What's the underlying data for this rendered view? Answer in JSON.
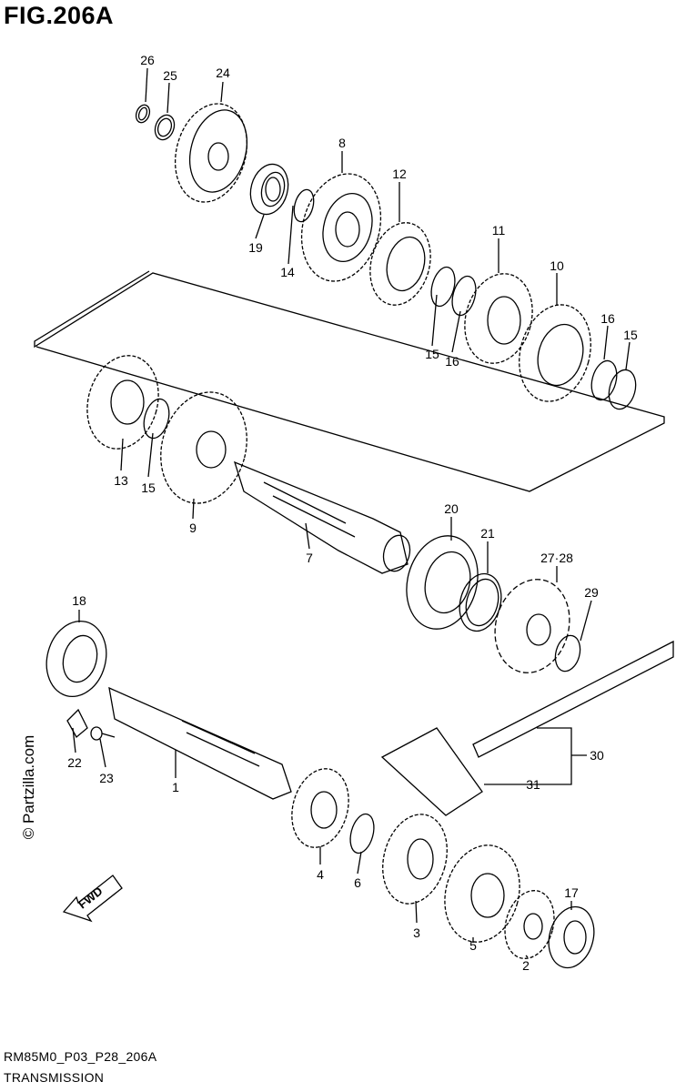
{
  "figure": {
    "title": "FIG.206A",
    "diagram_code": "RM85M0_P03_P28_206A",
    "diagram_name": "TRANSMISSION",
    "watermark": "© Partzilla.com",
    "direction_label": "FWD"
  },
  "callouts": [
    {
      "id": "26",
      "label": "26"
    },
    {
      "id": "25",
      "label": "25"
    },
    {
      "id": "24",
      "label": "24"
    },
    {
      "id": "8",
      "label": "8"
    },
    {
      "id": "12",
      "label": "12"
    },
    {
      "id": "19",
      "label": "19"
    },
    {
      "id": "14",
      "label": "14"
    },
    {
      "id": "11",
      "label": "11"
    },
    {
      "id": "10",
      "label": "10"
    },
    {
      "id": "16a",
      "label": "16"
    },
    {
      "id": "15a",
      "label": "15"
    },
    {
      "id": "15b",
      "label": "15"
    },
    {
      "id": "16b",
      "label": "16"
    },
    {
      "id": "13",
      "label": "13"
    },
    {
      "id": "15c",
      "label": "15"
    },
    {
      "id": "9",
      "label": "9"
    },
    {
      "id": "7",
      "label": "7"
    },
    {
      "id": "20",
      "label": "20"
    },
    {
      "id": "21",
      "label": "21"
    },
    {
      "id": "27-28",
      "label": "27·28"
    },
    {
      "id": "29",
      "label": "29"
    },
    {
      "id": "18",
      "label": "18"
    },
    {
      "id": "22",
      "label": "22"
    },
    {
      "id": "23",
      "label": "23"
    },
    {
      "id": "1",
      "label": "1"
    },
    {
      "id": "30",
      "label": "30"
    },
    {
      "id": "31",
      "label": "31"
    },
    {
      "id": "4",
      "label": "4"
    },
    {
      "id": "6",
      "label": "6"
    },
    {
      "id": "3",
      "label": "3"
    },
    {
      "id": "5",
      "label": "5"
    },
    {
      "id": "17",
      "label": "17"
    },
    {
      "id": "2",
      "label": "2"
    }
  ]
}
